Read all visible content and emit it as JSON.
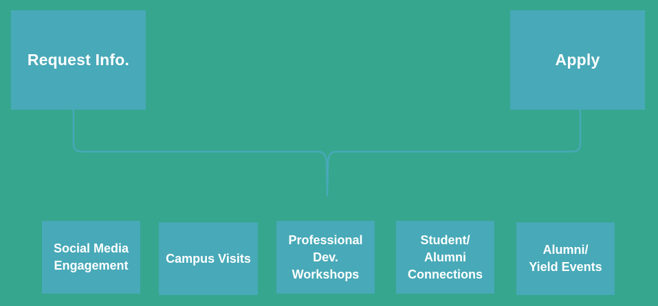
{
  "colors": {
    "background": "#36a68e",
    "box": "#48a9b8",
    "text": "#ffffff",
    "connector": "#48a9b8"
  },
  "top_boxes": {
    "left": "Request Info.",
    "right": "Apply"
  },
  "bottom_boxes": [
    "Social Media\nEngagement",
    "Campus Visits",
    "Professional\nDev.\nWorkshops",
    "Student/\nAlumni\nConnections",
    "Alumni/\nYield Events"
  ]
}
